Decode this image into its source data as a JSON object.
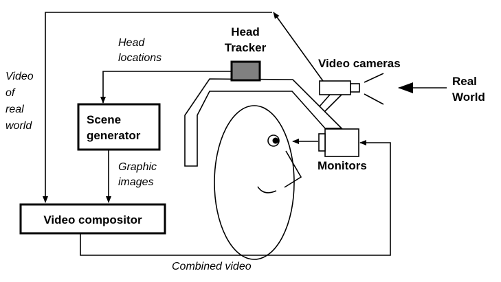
{
  "labels": {
    "head_tracker": [
      "Head",
      "Tracker"
    ],
    "head_locations": [
      "Head",
      "locations"
    ],
    "video_cameras": "Video cameras",
    "real_world": [
      "Real",
      "World"
    ],
    "video_of_real_world": [
      "Video",
      "of",
      "real",
      "world"
    ],
    "scene_generator": [
      "Scene",
      "generator"
    ],
    "graphic_images": [
      "Graphic",
      "images"
    ],
    "monitors": "Monitors",
    "video_compositor": "Video compositor",
    "combined_video": "Combined video"
  },
  "colors": {
    "tracker_fill": "#808080",
    "line": "#000000"
  }
}
